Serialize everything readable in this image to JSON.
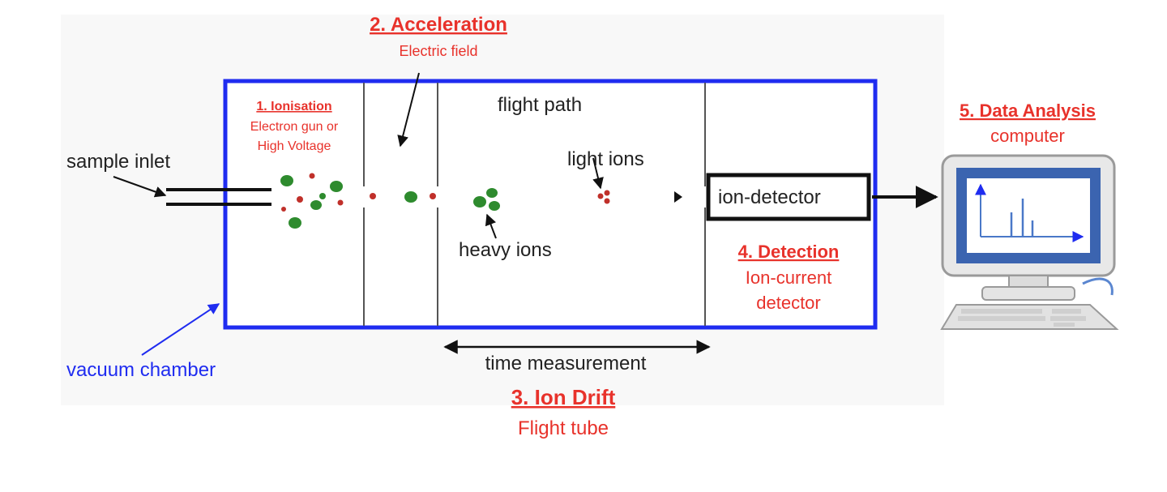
{
  "stages": {
    "ionisation": {
      "heading": "1. Ionisation",
      "line1": "Electron gun or",
      "line2": "High Voltage"
    },
    "acceleration": {
      "heading": "2. Acceleration",
      "sub": "Electric field"
    },
    "ion_drift": {
      "heading": "3. Ion Drift",
      "sub": "Flight tube"
    },
    "detection": {
      "heading": "4. Detection",
      "line1": "Ion-current",
      "line2": "detector"
    },
    "data_analysis": {
      "heading": "5. Data Analysis",
      "sub": "computer"
    }
  },
  "labels": {
    "sample_inlet": "sample inlet",
    "flight_path": "flight path",
    "light_ions": "light ions",
    "heavy_ions": "heavy ions",
    "ion_detector": "ion-detector",
    "time_measurement": "time measurement",
    "vacuum_chamber": "vacuum chamber"
  },
  "colors": {
    "stage_text": "#e8322b",
    "chamber_border": "#1f2cf0",
    "ion_green": "#2e8b2e",
    "ion_red": "#c0302a"
  }
}
